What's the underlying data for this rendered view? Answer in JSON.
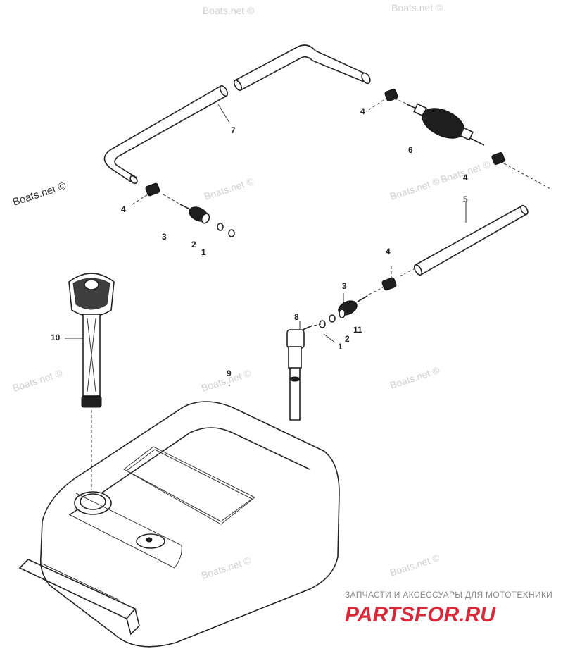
{
  "watermark": "Boats.net ©",
  "brand": {
    "tagline": "ЗАПЧАСТИ И АКСЕССУАРЫ ДЛЯ МОТОТЕХНИКИ",
    "logo": "PARTSFOR.RU",
    "accent_color": "#d8283a"
  },
  "callouts": {
    "p1a": "1",
    "p2a": "2",
    "p3a": "3",
    "p4a": "4",
    "p7": "7",
    "p4b": "4",
    "p6": "6",
    "p4c": "4",
    "p5": "5",
    "p4d": "4",
    "p3b": "3",
    "p8": "8",
    "p11": "11",
    "p2b": "2",
    "p1b": "1",
    "p9": "9",
    "p10": "10"
  }
}
